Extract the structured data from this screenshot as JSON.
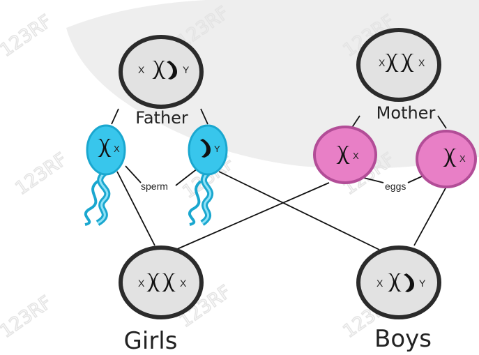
{
  "parents": {
    "father": {
      "label": "Father",
      "chrom_left": "X",
      "chrom_right": "Y"
    },
    "mother": {
      "label": "Mother",
      "chrom_left": "X",
      "chrom_right": "X"
    }
  },
  "gametes": {
    "sperm_label": "sperm",
    "eggs_label": "eggs",
    "sperm": [
      {
        "chrom": "X"
      },
      {
        "chrom": "Y"
      }
    ],
    "eggs": [
      {
        "chrom": "X"
      },
      {
        "chrom": "X"
      }
    ]
  },
  "offspring": {
    "girls": {
      "label": "Girls",
      "chrom_left": "X",
      "chrom_right": "X"
    },
    "boys": {
      "label": "Boys",
      "chrom_left": "X",
      "chrom_right": "Y"
    }
  },
  "watermark": "123RF",
  "colors": {
    "cell_fill": "#e2e2e2",
    "cell_stroke": "#2b2b2b",
    "sperm_fill": "#38c6ec",
    "sperm_stroke": "#1aa7cf",
    "egg_fill": "#e87fc6",
    "egg_stroke": "#b24d97",
    "background_shape": "#eeeeee"
  }
}
